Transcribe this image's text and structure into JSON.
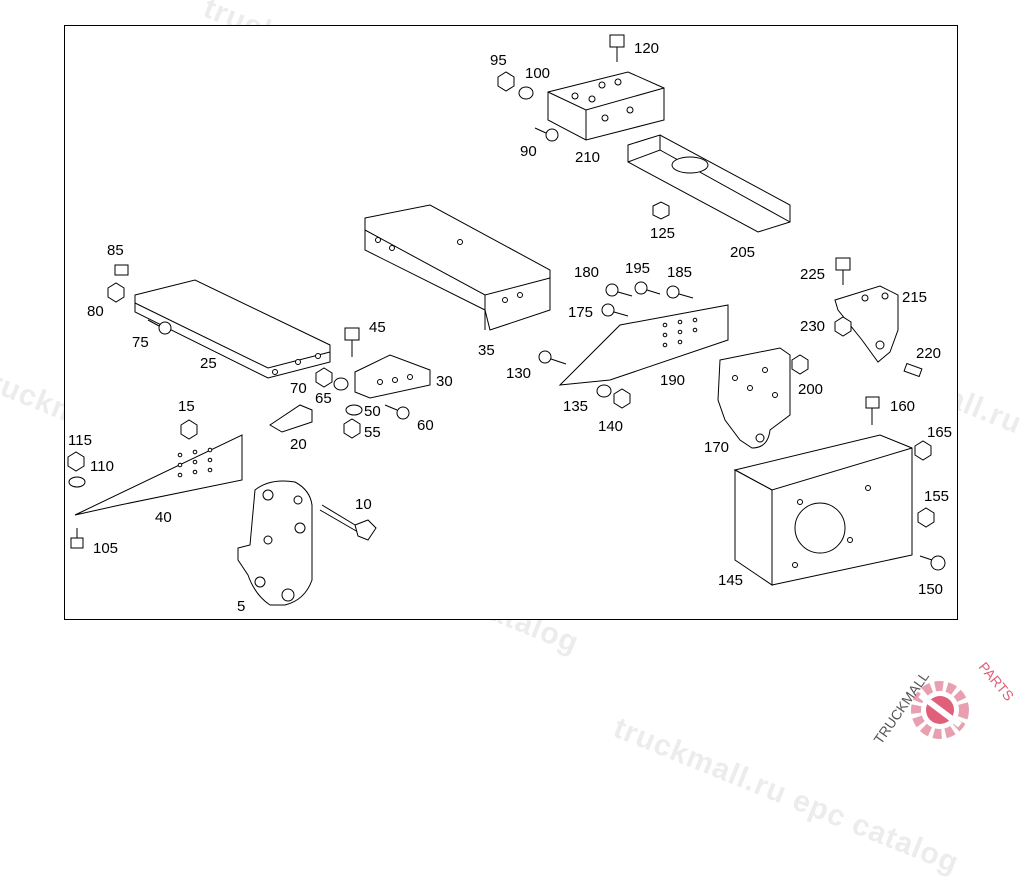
{
  "watermark": {
    "text": "truckmall.ru epc catalog"
  },
  "logo": {
    "text_left": "TRUCKMALL",
    "text_right": "PARTS",
    "accent": "#e8a0b0",
    "brand": "#e0607a"
  },
  "labels": {
    "5": "5",
    "10": "10",
    "15": "15",
    "20": "20",
    "25": "25",
    "30": "30",
    "35": "35",
    "40": "40",
    "45": "45",
    "50": "50",
    "55": "55",
    "60": "60",
    "65": "65",
    "70": "70",
    "75": "75",
    "80": "80",
    "85": "85",
    "90": "90",
    "95": "95",
    "100": "100",
    "105": "105",
    "110": "110",
    "115": "115",
    "120": "120",
    "125": "125",
    "130": "130",
    "135": "135",
    "140": "140",
    "145": "145",
    "150": "150",
    "155": "155",
    "160": "160",
    "165": "165",
    "170": "170",
    "175": "175",
    "180": "180",
    "185": "185",
    "190": "190",
    "195": "195",
    "200": "200",
    "205": "205",
    "210": "210",
    "215": "215",
    "220": "220",
    "225": "225",
    "230": "230"
  }
}
